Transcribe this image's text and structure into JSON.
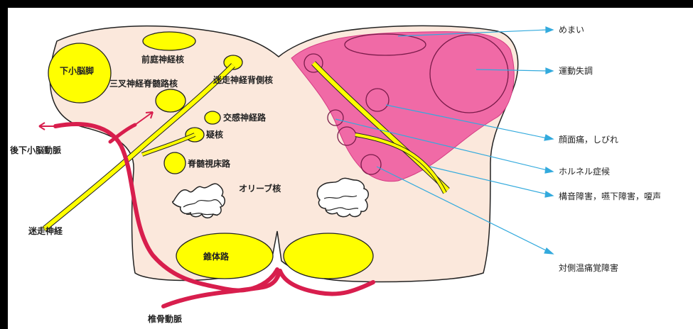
{
  "labels": {
    "inferior_cerebellar_peduncle": "下小脳脚",
    "vestibular_nucleus": "前庭神経核",
    "trigeminal_spinal_tract_nucleus": "三叉神経脊髄路核",
    "vagus_dorsal_nucleus": "迷走神経背側核",
    "sympathetic_tract": "交感神経路",
    "nucleus_ambiguus": "疑核",
    "spinothalamic_tract": "脊髄視床路",
    "olivary_nucleus": "オリーブ核",
    "pyramidal_tract": "錐体路",
    "pica": "後下小脳動脈",
    "vagus_nerve": "迷走神経",
    "vertebral_artery": "椎骨動脈"
  },
  "symptoms": {
    "vertigo": "めまい",
    "ataxia": "運動失調",
    "facial_pain": "顔面痛，しびれ",
    "horner": "ホルネル症候",
    "dysphagia": "構音障害，嚥下障害，嗄声",
    "contralateral": "対側温痛覚障害"
  },
  "colors": {
    "background": "#ffffff",
    "frame": "#000000",
    "brainstem_fill": "#fbe8dc",
    "infarct_fill": "#f06aa6",
    "nucleus_fill": "#ffff00",
    "artery": "#d81e4d",
    "pointer_line": "#33aadd"
  }
}
